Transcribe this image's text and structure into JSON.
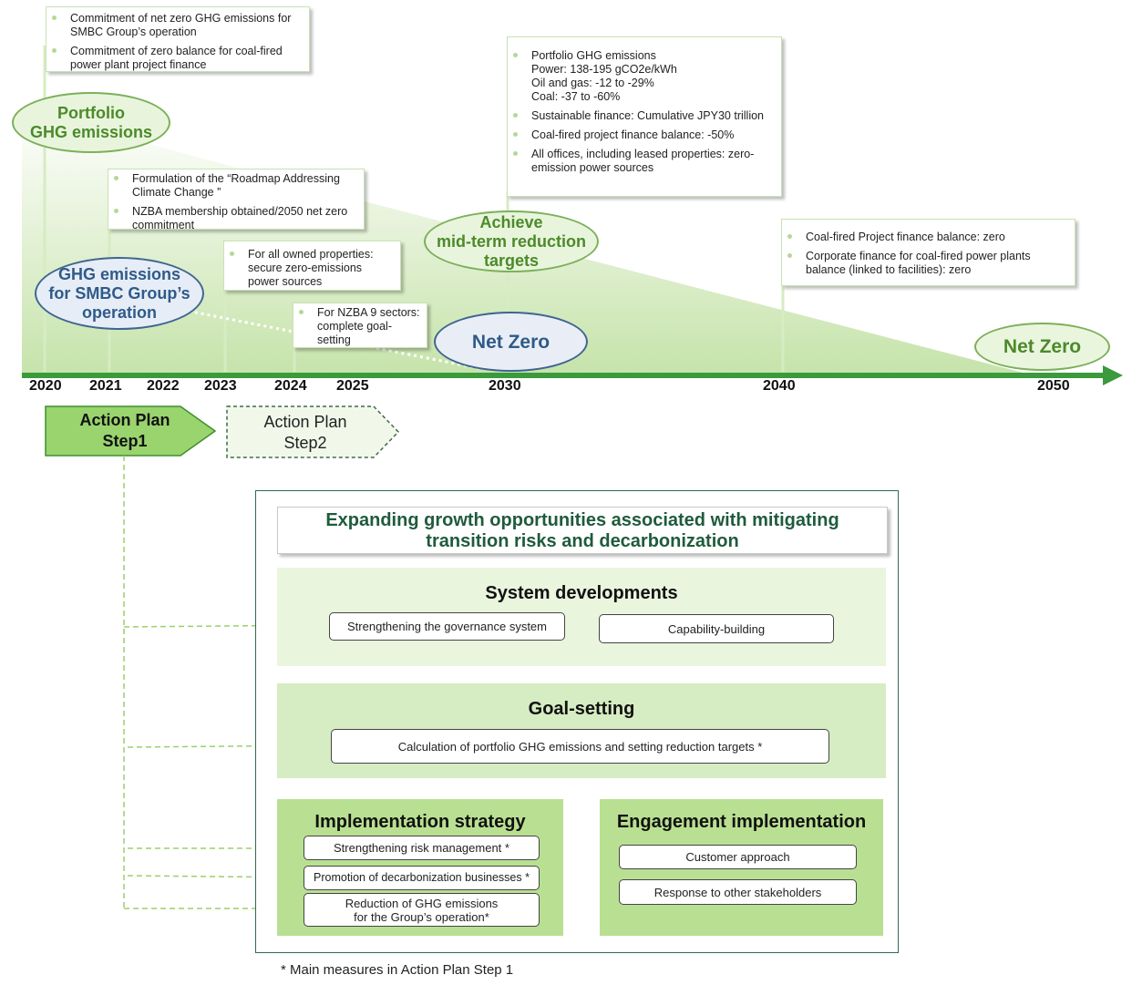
{
  "callouts": {
    "c2020": [
      "Commitment of net zero GHG emissions for SMBC Group’s operation",
      "Commitment of zero balance for coal-fired power plant project finance"
    ],
    "c2021": [
      "Formulation of the “Roadmap Addressing Climate Change ”",
      "NZBA membership obtained/2050 net zero commitment"
    ],
    "c2023": [
      "For all owned properties: secure zero-emissions power sources"
    ],
    "c2024": [
      "For NZBA 9 sectors: complete goal-setting"
    ],
    "c2030": [
      "Portfolio GHG emissions",
      "Power: 138-195 gCO2e/kWh",
      "Oil and gas: -12 to -29%",
      "Coal: -37 to -60%",
      "Sustainable finance: Cumulative JPY30 trillion",
      "Coal-fired project finance balance: -50%",
      "All offices, including leased properties: zero-emission power sources"
    ],
    "c2040": [
      "Coal-fired Project finance balance: zero",
      "Corporate finance for coal-fired power plants balance (linked to facilities): zero"
    ]
  },
  "ovals": {
    "portfolio": [
      "Portfolio",
      "GHG emissions"
    ],
    "smbc": [
      "GHG emissions",
      "for SMBC Group’s",
      "operation"
    ],
    "midterm": [
      "Achieve",
      "mid-term reduction",
      "targets"
    ],
    "netzero_2030": "Net Zero",
    "netzero_2050": "Net Zero"
  },
  "timeline": {
    "years": [
      "2020",
      "2021",
      "2022",
      "2023",
      "2024",
      "2025",
      "2030",
      "2040",
      "2050"
    ]
  },
  "action_plan": {
    "step1": [
      "Action Plan",
      "Step1"
    ],
    "step2": [
      "Action Plan",
      "Step2"
    ]
  },
  "panel": {
    "title": [
      "Expanding growth opportunities associated with mitigating",
      "transition risks and decarbonization"
    ],
    "system_developments": {
      "title": "System developments",
      "items": [
        "Strengthening the governance system",
        "Capability-building"
      ]
    },
    "goal_setting": {
      "title": "Goal-setting",
      "items": [
        "Calculation of portfolio GHG emissions and setting reduction targets *"
      ]
    },
    "implementation_strategy": {
      "title": "Implementation strategy",
      "items": [
        "Strengthening risk management *",
        "Promotion of decarbonization businesses *",
        [
          "Reduction of GHG emissions",
          "for the Group’s operation*"
        ]
      ]
    },
    "engagement_implementation": {
      "title": "Engagement implementation",
      "items": [
        "Customer approach",
        "Response to other stakeholders"
      ]
    }
  },
  "footnote": "* Main measures in Action Plan Step 1",
  "colors": {
    "timeline_green": "#3a9a3c",
    "light_green_fill": "#d6ecc2",
    "dark_green_text": "#1f5b3c",
    "navy": "#2f5a8a",
    "step1_fill": "#8fd16a"
  }
}
